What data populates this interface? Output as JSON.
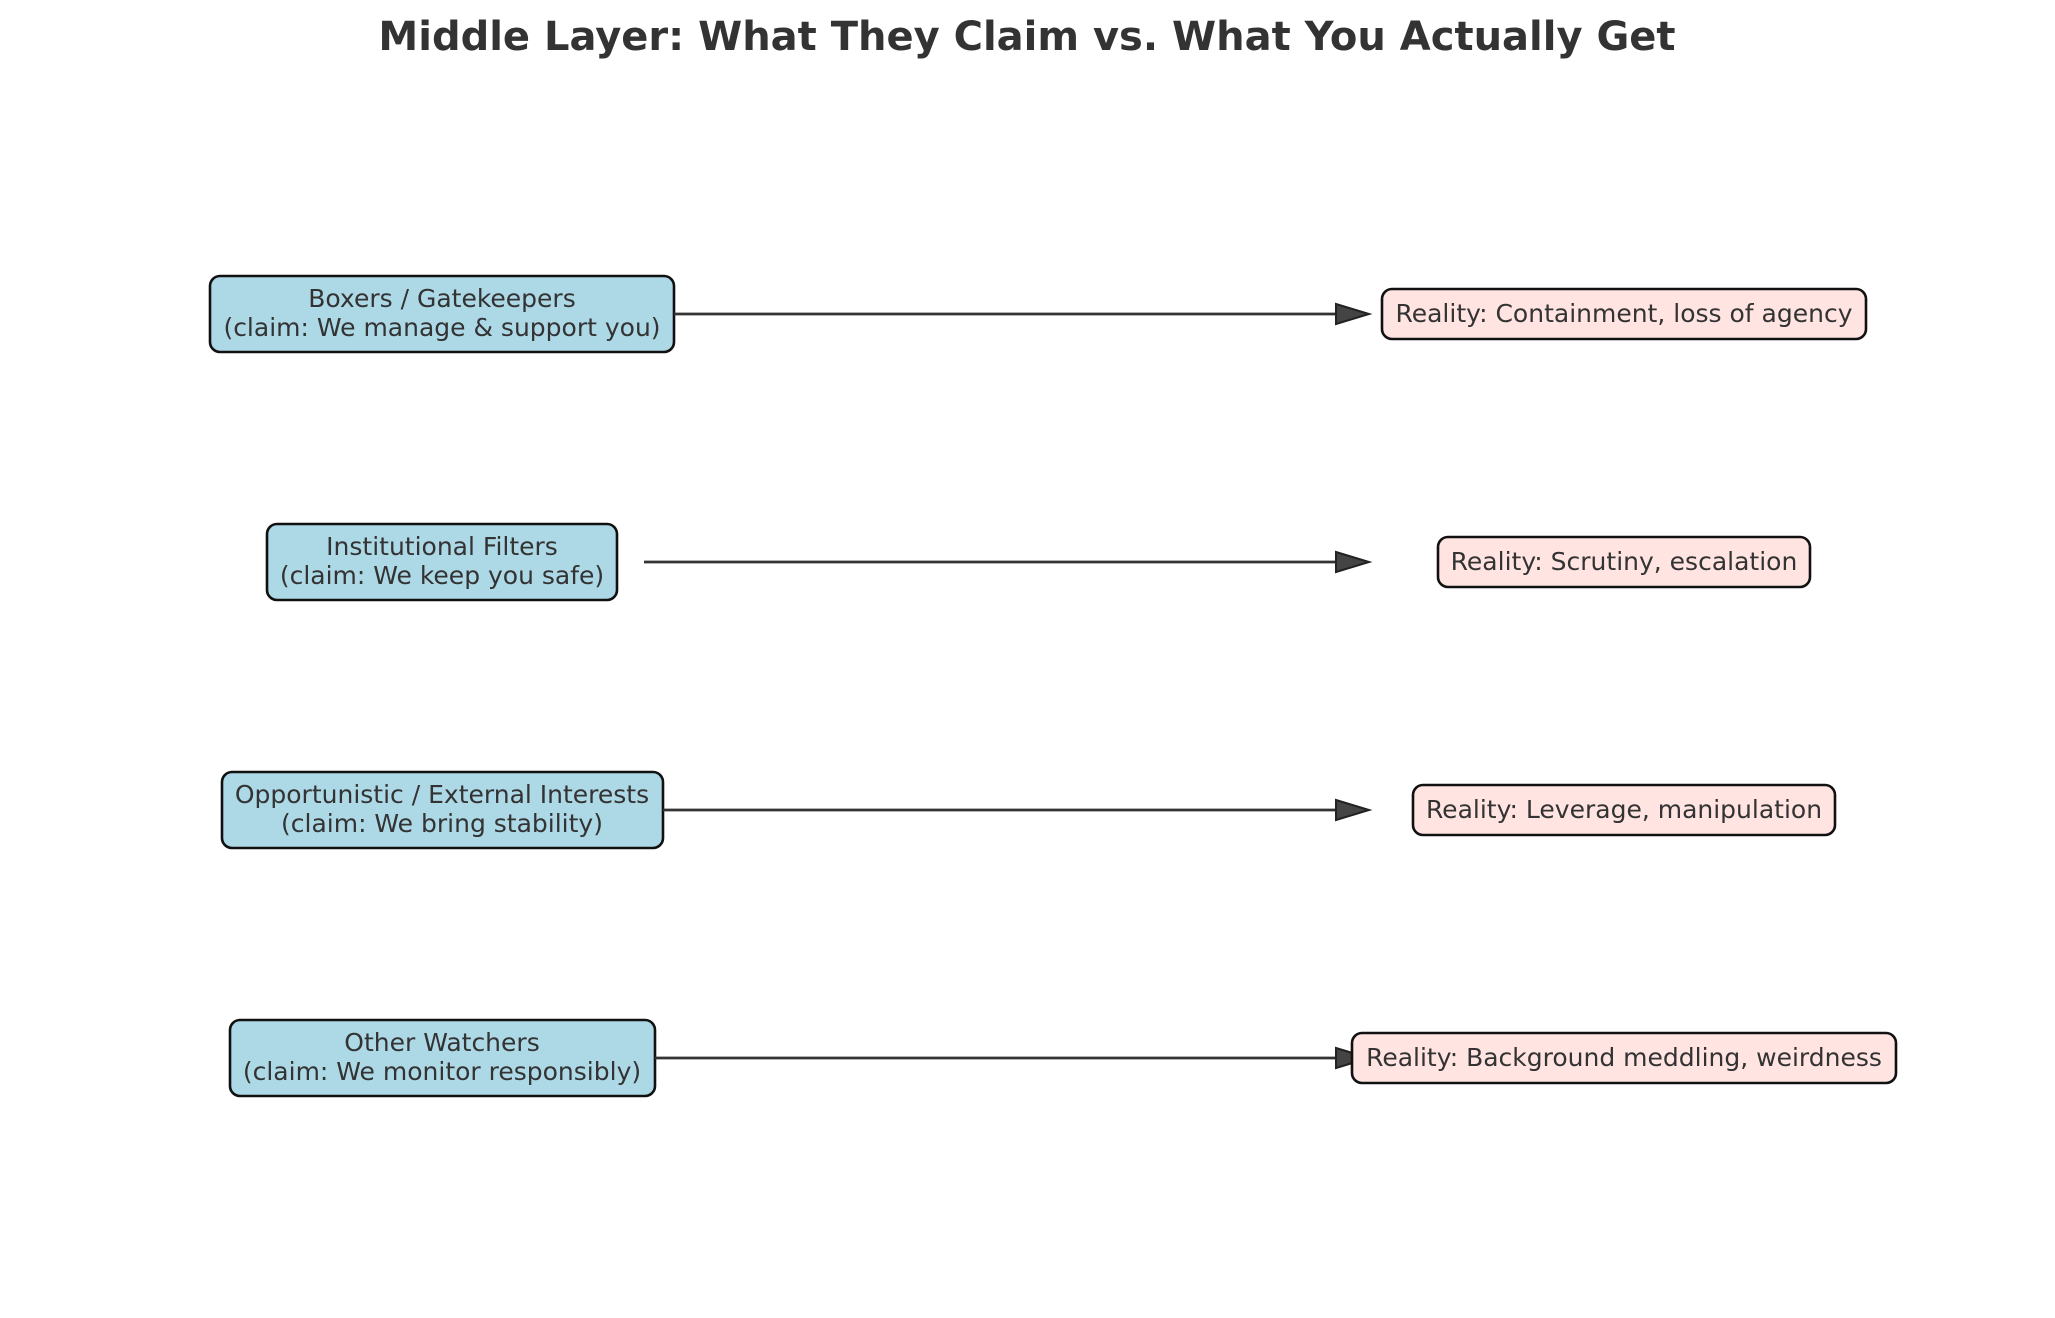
{
  "diagram": {
    "title": "Middle Layer: What They Claim vs. What You Actually Get",
    "colors": {
      "claim_fill": "#add8e6",
      "reality_fill": "#ffe4e1",
      "border": "#111111",
      "arrow": "#333333",
      "arrow_head": "#444444",
      "text": "#333333"
    },
    "rows": [
      {
        "claim": {
          "line1": "Boxers / Gatekeepers",
          "line2": "(claim: We manage & support you)"
        },
        "reality": "Reality: Containment, loss of agency"
      },
      {
        "claim": {
          "line1": "Institutional Filters",
          "line2": "(claim: We keep you safe)"
        },
        "reality": "Reality: Scrutiny, escalation"
      },
      {
        "claim": {
          "line1": "Opportunistic / External Interests",
          "line2": "(claim: We bring stability)"
        },
        "reality": "Reality: Leverage, manipulation"
      },
      {
        "claim": {
          "line1": "Other Watchers",
          "line2": "(claim: We monitor responsibly)"
        },
        "reality": "Reality: Background meddling, weirdness"
      }
    ]
  }
}
